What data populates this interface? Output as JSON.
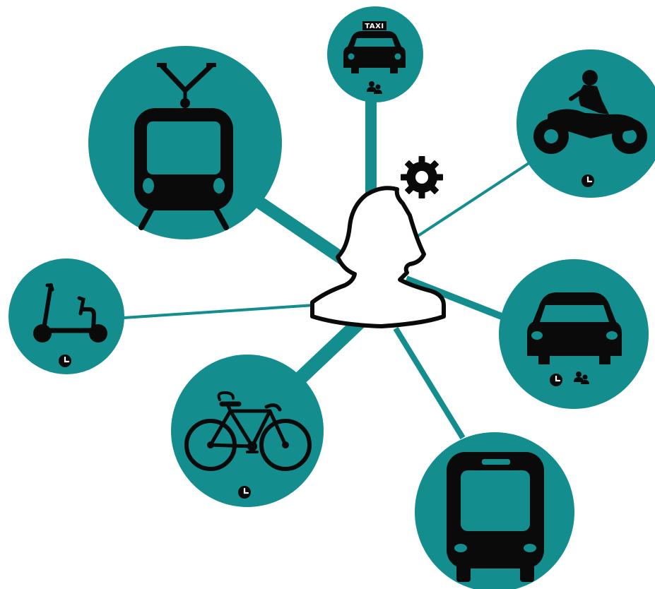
{
  "colors": {
    "node_fill": "#138d8d",
    "connector": "#138d8d",
    "icon": "#0a0a0a",
    "background": "#ffffff"
  },
  "center": {
    "icon": "person-silhouette-icon",
    "settings_icon": "gear-icon"
  },
  "nodes": [
    {
      "id": "tram",
      "icon": "tram-icon",
      "badges": []
    },
    {
      "id": "taxi",
      "icon": "taxi-icon",
      "sign_text": "TAXI",
      "badges": [
        "people-icon"
      ]
    },
    {
      "id": "motorbike",
      "icon": "motorbike-icon",
      "badges": [
        "clock-icon"
      ]
    },
    {
      "id": "car",
      "icon": "car-icon",
      "badges": [
        "clock-icon",
        "people-icon"
      ]
    },
    {
      "id": "bus",
      "icon": "bus-icon",
      "badges": []
    },
    {
      "id": "bicycle",
      "icon": "bicycle-icon",
      "badges": [
        "clock-icon"
      ]
    },
    {
      "id": "scooter",
      "icon": "scooter-icon",
      "badges": [
        "clock-icon"
      ]
    }
  ]
}
